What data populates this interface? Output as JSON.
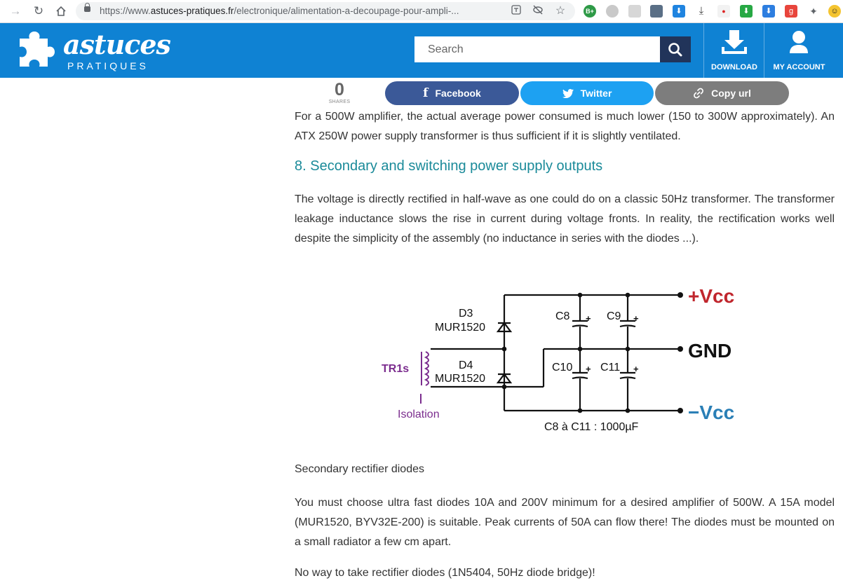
{
  "browser": {
    "url_prefix": "https://www.",
    "url_host": "astuces-pratiques.fr",
    "url_path": "/electronique/alimentation-a-decoupage-pour-ampli-..."
  },
  "header": {
    "logo_text": "astuces",
    "logo_sub": "PRATIQUES",
    "search_placeholder": "Search",
    "download_label": "DOWNLOAD",
    "account_label": "MY ACCOUNT"
  },
  "share": {
    "count": "0",
    "count_label": "SHARES",
    "facebook": "Facebook",
    "twitter": "Twitter",
    "copy": "Copy url"
  },
  "article": {
    "para1": "For a 500W amplifier, the actual average power consumed is much lower (150 to 300W approximately). An ATX 250W power supply transformer is thus sufficient if it is slightly ventilated.",
    "heading": "8. Secondary and switching power supply outputs",
    "para2": "The voltage is directly rectified in half-wave as one could do on a classic 50Hz transformer. The transformer leakage inductance slows the rise in current during voltage fronts. In reality, the rectification works well despite the simplicity of the assembly (no inductance in series with the diodes ...).",
    "caption": "Secondary rectifier diodes",
    "para3": "You must choose ultra fast diodes 10A and 200V minimum for a desired amplifier of 500W. A 15A model (MUR1520, BYV32E-200) is suitable. Peak currents of 50A can flow there! The diodes must be mounted on a small radiator a few cm apart.",
    "para4": "No way to take rectifier diodes (1N5404, 50Hz diode bridge)!"
  },
  "schematic": {
    "d3": "D3",
    "d3_model": "MUR1520",
    "d4": "D4",
    "d4_model": "MUR1520",
    "tr": "TR1s",
    "isolation": "Isolation",
    "c8": "C8",
    "c9": "C9",
    "c10": "C10",
    "c11": "C11",
    "vcc_pos": "+Vcc",
    "gnd": "GND",
    "vcc_neg": "−Vcc",
    "note": "C8 à C11 : 1000µF"
  },
  "colors": {
    "header_blue": "#0f82d3",
    "search_btn": "#21345a",
    "facebook": "#3b5998",
    "twitter": "#1da1f2",
    "copy": "#7d7d7d",
    "heading": "#1a8a99",
    "vcc_pos": "#c0262d",
    "vcc_neg": "#2a7fb6",
    "transformer": "#7b2d8e"
  }
}
